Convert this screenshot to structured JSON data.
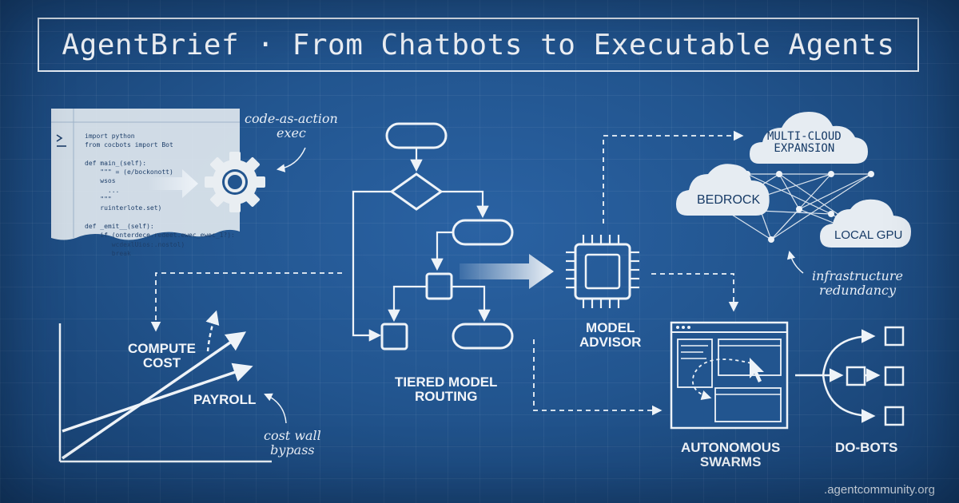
{
  "title": "AgentBrief · From Chatbots to Executable Agents",
  "code_panel": {
    "prompt_symbol": ">_",
    "lines": [
      "import python",
      "from cocbots import Bot",
      "",
      "def main_(self):",
      "    \"\"\" = (e/bockonott)",
      "    wsos",
      "      ...",
      "    \"\"\"",
      "    ruinterlote.set)",
      "",
      "def _emit__(self):",
      "    if (onterdece.redeet.ewec_ewec_1?):",
      "       wcdexlUios:.nostol)",
      "       break"
    ]
  },
  "annotations": {
    "code_as_action": "code-as-action\nexec",
    "infrastructure": "infrastructure\nredundancy",
    "cost_wall": "cost wall\nbypass"
  },
  "labels": {
    "compute_cost": "COMPUTE\nCOST",
    "payroll": "PAYROLL",
    "tiered_routing": "TIERED MODEL\nROUTING",
    "model_advisor": "MODEL\nADVISOR",
    "autonomous_swarms": "AUTONOMOUS\nSWARMS",
    "do_bots": "DO-BOTS",
    "multi_cloud": "MULTI-CLOUD\nEXPANSION",
    "bedrock": "BEDROCK",
    "local_gpu": "LOCAL GPU"
  },
  "footer": ".agentcommunity.org",
  "colors": {
    "background": "#22558f",
    "ink": "#eef3f8",
    "paper": "#e9eef2"
  },
  "icons": [
    "terminal-icon",
    "gear-icon",
    "cpu-chip-icon",
    "cloud-icon",
    "cursor-icon",
    "browser-window-icon"
  ]
}
